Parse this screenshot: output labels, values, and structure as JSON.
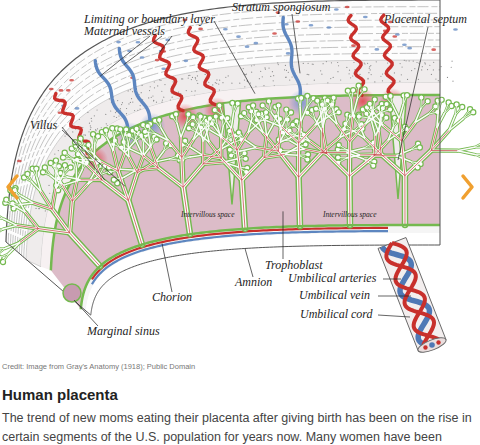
{
  "diagram": {
    "title": "Human placenta",
    "caption": "Credit: Image from Gray's Anatomy (1918); Public Domain",
    "labels": [
      "Stratum spongiosum",
      "Limiting or boundary layer",
      "Placental septum",
      "Maternal vessels",
      "Villus",
      "Intervillous space",
      "Intervillous space",
      "Trophoblast",
      "Umbilical arteries",
      "Amnion",
      "Umbilical vein",
      "Chorion",
      "Umbilical cord",
      "Marginal sinus",
      "The trend of new moms eating their placenta after giving birth has been on the rise in certain segments of the U.S. population for years now. Many women have been"
    ]
  }
}
